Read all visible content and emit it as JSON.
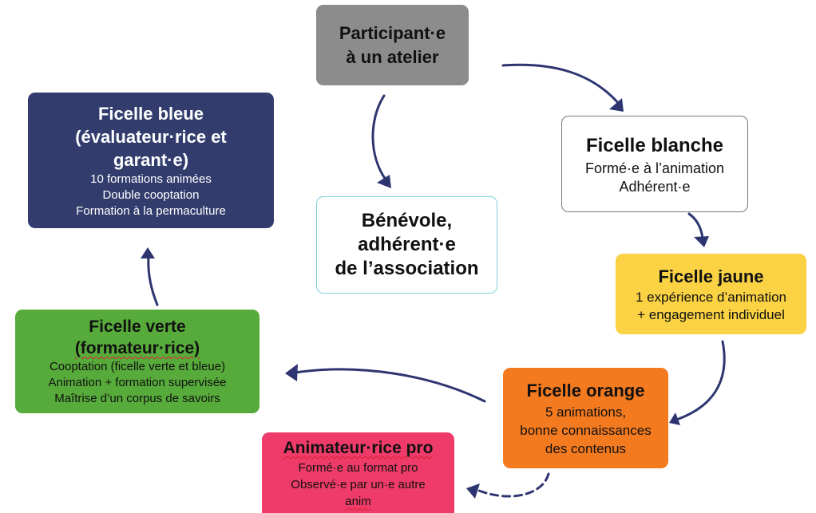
{
  "theme": {
    "arrow_color": "#2d3570",
    "participant_color": "#8c8c8c",
    "bleue_color": "#323d6e",
    "benevole_border": "#7fd0dc",
    "blanche_border": "#777777",
    "jaune_color": "#fad243",
    "orange_color": "#f47a1f",
    "verte_color": "#57ab3a",
    "pro_color": "#ee3b6a"
  },
  "nodes": {
    "participant": {
      "title": [
        "Participant·e",
        "à un atelier"
      ],
      "desc": []
    },
    "bleue": {
      "title": [
        "Ficelle bleue",
        "(évaluateur·rice et",
        "garant·e)"
      ],
      "desc": [
        "10 formations animées",
        "Double cooptation",
        "Formation à la permaculture"
      ]
    },
    "benevole": {
      "title": [
        "Bénévole,",
        "adhérent·e",
        "de l’association"
      ],
      "desc": []
    },
    "blanche": {
      "title": [
        "Ficelle blanche"
      ],
      "desc": [
        "Formé·e à l’animation",
        "Adhérent·e"
      ]
    },
    "jaune": {
      "title": [
        "Ficelle jaune"
      ],
      "desc": [
        "1 expérience d’animation",
        "+ engagement individuel"
      ]
    },
    "orange": {
      "title": [
        "Ficelle orange"
      ],
      "desc": [
        "5 animations,",
        "bonne connaissances",
        "des contenus"
      ]
    },
    "verte": {
      "title": [
        "Ficelle verte",
        "(formateur·rice)"
      ],
      "desc": [
        "Cooptation (ficelle verte et bleue)",
        "Animation + formation supervisée",
        "Maîtrise d’un corpus de savoirs"
      ]
    },
    "pro": {
      "title": [
        "Animateur·rice pro"
      ],
      "desc": [
        "Formé·e au format pro",
        "Observé·e par un·e autre",
        "anim"
      ]
    }
  },
  "edges": [
    {
      "from": "participant",
      "to": "blanche",
      "style": "solid"
    },
    {
      "from": "participant",
      "to": "benevole",
      "style": "solid"
    },
    {
      "from": "blanche",
      "to": "jaune",
      "style": "solid"
    },
    {
      "from": "jaune",
      "to": "orange",
      "style": "solid"
    },
    {
      "from": "orange",
      "to": "verte",
      "style": "solid"
    },
    {
      "from": "orange",
      "to": "pro",
      "style": "dashed"
    },
    {
      "from": "verte",
      "to": "bleue",
      "style": "solid"
    }
  ]
}
